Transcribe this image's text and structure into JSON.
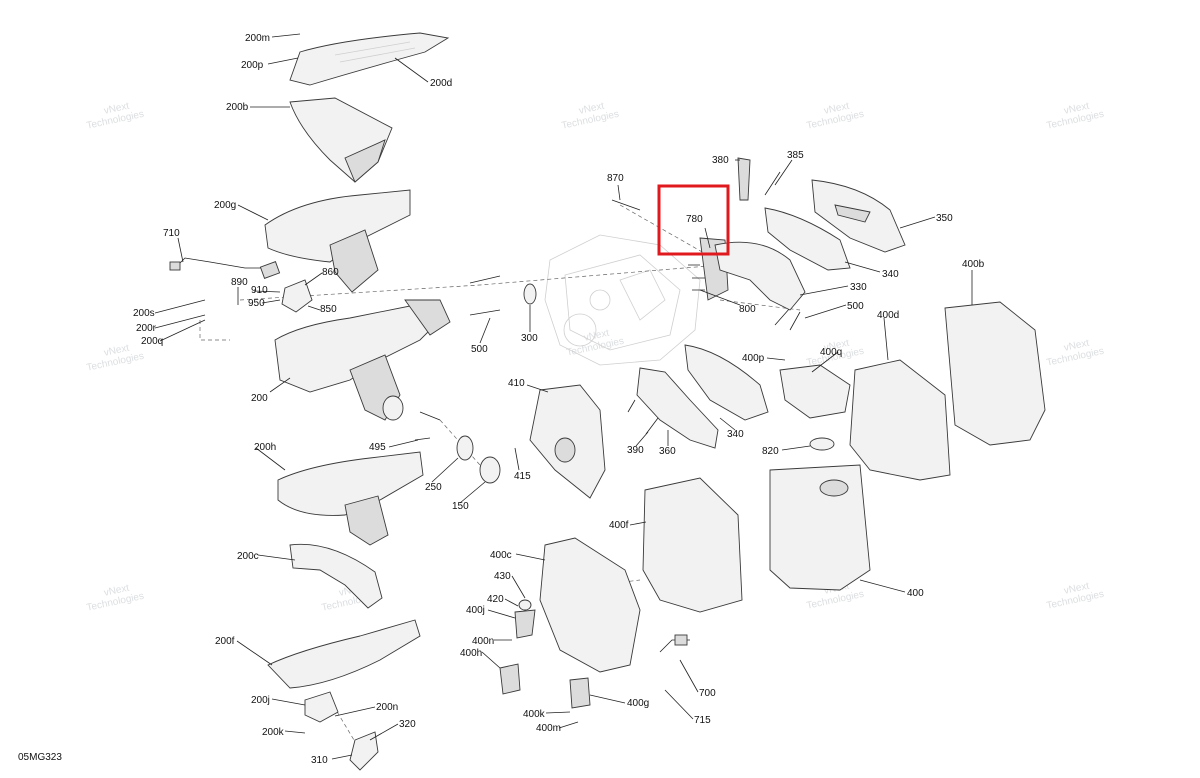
{
  "diagram_code": "05MG323",
  "highlight_color": "#e0191e",
  "watermark_text": [
    "vNext",
    "Technologies"
  ],
  "callouts": [
    "200m",
    "200p",
    "200d",
    "200b",
    "200g",
    "710",
    "890",
    "910",
    "950",
    "860",
    "850",
    "200s",
    "200r",
    "200q",
    "200",
    "870",
    "780",
    "380",
    "385",
    "350",
    "340",
    "330",
    "800",
    "500",
    "300",
    "500",
    "400b",
    "400d",
    "400p",
    "400q",
    "410",
    "390",
    "360",
    "340",
    "820",
    "495",
    "415",
    "250",
    "150",
    "200h",
    "400f",
    "400c",
    "400",
    "200c",
    "430",
    "420",
    "400j",
    "400n",
    "400h",
    "700",
    "715",
    "400g",
    "400k",
    "400m",
    "200f",
    "200j",
    "200n",
    "200k",
    "320",
    "310"
  ]
}
